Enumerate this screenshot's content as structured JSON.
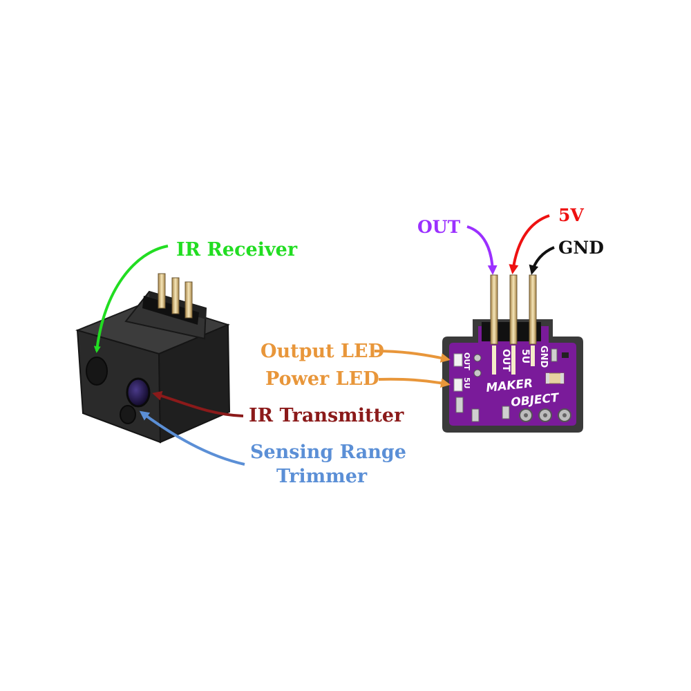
{
  "labels": {
    "ir_receiver": "IR Receiver",
    "ir_transmitter": "IR Transmitter",
    "sensing_range_line1": "Sensing Range",
    "sensing_range_line2": "Trimmer",
    "output_led": "Output LED",
    "power_led": "Power LED",
    "out": "OUT",
    "v5": "5V",
    "gnd": "GND"
  },
  "pcb": {
    "silk_out_pin": "OUT",
    "silk_5v_pin": "5U",
    "silk_gnd_pin": "GND",
    "silk_led_out": "OUT",
    "silk_led_5v": "5U",
    "brand_line1": "MAKER",
    "brand_line2": "OBJECT"
  },
  "colors": {
    "ir_receiver": "#22dd22",
    "ir_transmitter": "#8b1a1a",
    "sensing_range": "#5b8fd6",
    "led_labels": "#e8963a",
    "out": "#9b30ff",
    "v5": "#ee1111",
    "gnd": "#111111",
    "pcb": "#7a1b9a",
    "sensor_body": "#2a2a2a"
  }
}
